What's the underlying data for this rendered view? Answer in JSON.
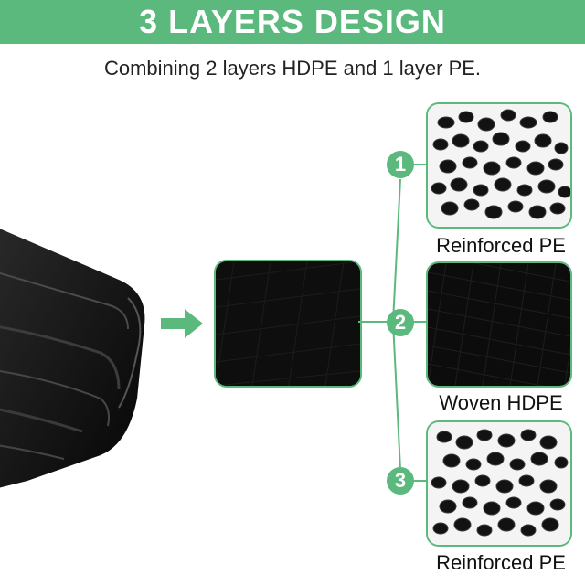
{
  "header": {
    "title": "3 LAYERS DESIGN"
  },
  "subtitle": "Combining 2 layers HDPE and 1 layer PE.",
  "colors": {
    "accent": "#5bb97e",
    "material": "#111111"
  },
  "layers": [
    {
      "number": "1",
      "label": "Reinforced PE",
      "texture": "pellets"
    },
    {
      "number": "2",
      "label": "Woven HDPE",
      "texture": "woven"
    },
    {
      "number": "3",
      "label": "Reinforced PE",
      "texture": "pellets"
    }
  ]
}
